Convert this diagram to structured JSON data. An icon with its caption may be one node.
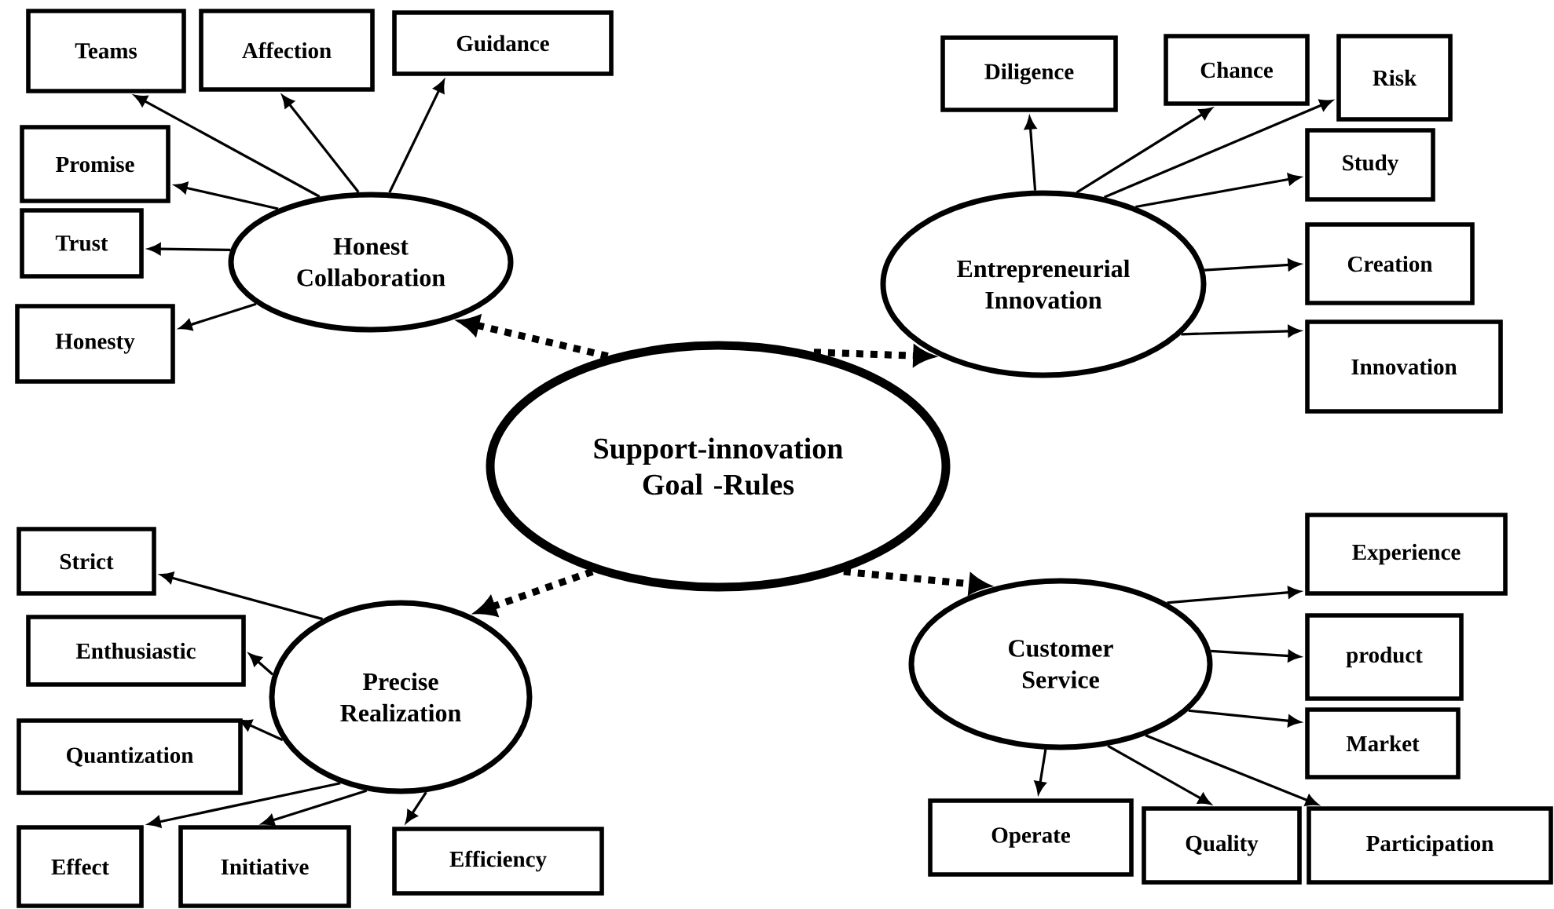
{
  "diagram": {
    "nodes": [
      {
        "text": [
          "Teams"
        ]
      },
      {
        "text": [
          "Affection"
        ]
      },
      {
        "text": [
          "Guidance"
        ]
      },
      {
        "text": [
          "Promise"
        ]
      },
      {
        "text": [
          "Trust"
        ]
      },
      {
        "text": [
          "Honest Collaboration"
        ]
      },
      {
        "text": [
          "Honesty"
        ]
      },
      {
        "text": [
          "Diligence"
        ]
      },
      {
        "text": [
          "Chance"
        ]
      },
      {
        "text": [
          "Risk"
        ]
      },
      {
        "text": [
          "Study"
        ]
      },
      {
        "text": [
          "Entrepreneurial Innovation"
        ]
      },
      {
        "text": [
          "Creation"
        ]
      },
      {
        "text": [
          "Innovation"
        ]
      },
      {
        "text": [
          "Support-innovation Goal -Rules"
        ]
      },
      {
        "text": [
          "Strict"
        ]
      },
      {
        "text": [
          "Enthusiastic"
        ]
      },
      {
        "text": [
          "Precise Realization"
        ]
      },
      {
        "text": [
          "Quantization"
        ]
      },
      {
        "text": [
          "Effect"
        ]
      },
      {
        "text": [
          "Initiative"
        ]
      },
      {
        "text": [
          "Efficiency"
        ]
      },
      {
        "text": [
          "Experience"
        ]
      },
      {
        "text": [
          "Customer Service"
        ]
      },
      {
        "text": [
          "product"
        ]
      },
      {
        "text": [
          "Market"
        ]
      },
      {
        "text": [
          "Operate"
        ]
      },
      {
        "text": [
          "Quality"
        ]
      },
      {
        "text": [
          "Participation"
        ]
      }
    ],
    "edges": [
      {
        "from": 14,
        "to": 5,
        "arrow": "to",
        "style": "dashed"
      },
      {
        "from": 14,
        "to": 11,
        "arrow": "to",
        "style": "dashed"
      },
      {
        "from": 14,
        "to": 17,
        "arrow": "to",
        "style": "dashed"
      },
      {
        "from": 14,
        "to": 23,
        "arrow": "to",
        "style": "dashed"
      },
      {
        "from": 5,
        "to": 0,
        "arrow": "to"
      },
      {
        "from": 5,
        "to": 1,
        "arrow": "to"
      },
      {
        "from": 5,
        "to": 2,
        "arrow": "to"
      },
      {
        "from": 5,
        "to": 3,
        "arrow": "to"
      },
      {
        "from": 5,
        "to": 4,
        "arrow": "to"
      },
      {
        "from": 5,
        "to": 6,
        "arrow": "to"
      },
      {
        "from": 11,
        "to": 7,
        "arrow": "to"
      },
      {
        "from": 11,
        "to": 8,
        "arrow": "to"
      },
      {
        "from": 11,
        "to": 9,
        "arrow": "to"
      },
      {
        "from": 11,
        "to": 10,
        "arrow": "to"
      },
      {
        "from": 11,
        "to": 12,
        "arrow": "to"
      },
      {
        "from": 11,
        "to": 13,
        "arrow": "to"
      },
      {
        "from": 17,
        "to": 15,
        "arrow": "to"
      },
      {
        "from": 17,
        "to": 16,
        "arrow": "to"
      },
      {
        "from": 17,
        "to": 18,
        "arrow": "to"
      },
      {
        "from": 17,
        "to": 19,
        "arrow": "to"
      },
      {
        "from": 17,
        "to": 20,
        "arrow": "to"
      },
      {
        "from": 17,
        "to": 21,
        "arrow": "to"
      },
      {
        "from": 23,
        "to": 22,
        "arrow": "to"
      },
      {
        "from": 23,
        "to": 24,
        "arrow": "to"
      },
      {
        "from": 23,
        "to": 25,
        "arrow": "to"
      },
      {
        "from": 23,
        "to": 26,
        "arrow": "to"
      },
      {
        "from": 23,
        "to": 27,
        "arrow": "to"
      },
      {
        "from": 23,
        "to": 28,
        "arrow": "to"
      }
    ]
  }
}
